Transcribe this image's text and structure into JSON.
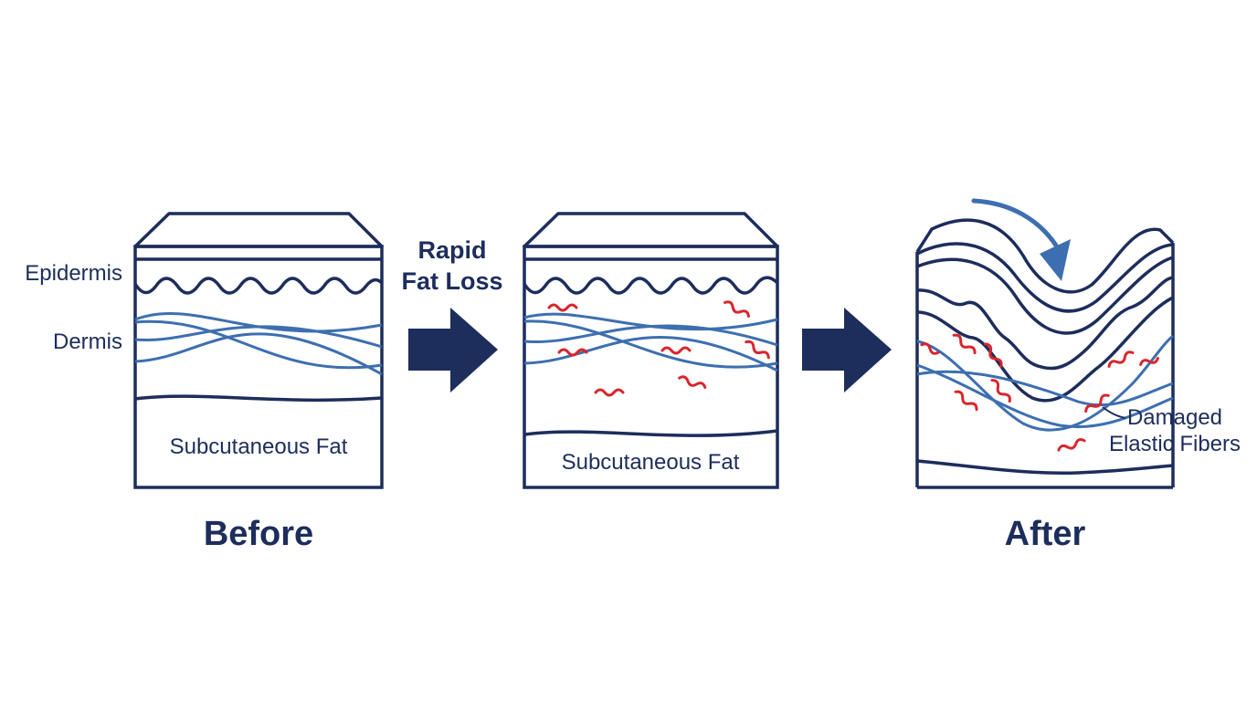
{
  "labels": {
    "epidermis": "Epidermis",
    "dermis": "Dermis",
    "subcutaneous_fat_before": "Subcutaneous Fat",
    "subcutaneous_fat_middle": "Subcutaneous Fat",
    "arrow_line1": "Rapid",
    "arrow_line2": "Fat Loss",
    "before": "Before",
    "after": "After",
    "damaged_line1": "Damaged",
    "damaged_line2": "Elastic Fibers"
  },
  "colors": {
    "outline": "#1d2d5c",
    "fiber": "#3d6fb0",
    "damage": "#d9262c",
    "arrow_dark": "#1d2d5c",
    "arrow_blue": "#3d6fb0"
  },
  "icons": {
    "transition_arrow": "right-arrow-icon",
    "sagging_arrow": "curved-down-arrow-icon"
  }
}
